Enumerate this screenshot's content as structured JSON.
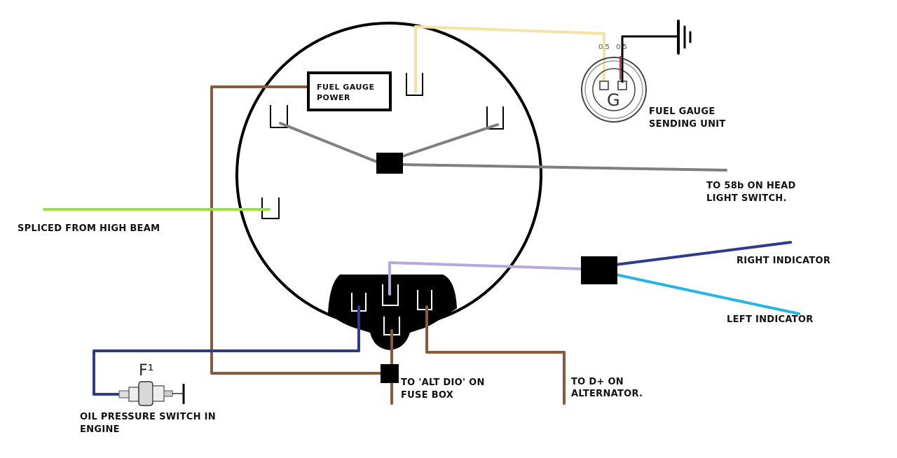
{
  "colors": {
    "brown": "#8a5a3a",
    "yellow": "#f3e4a6",
    "gray": "#7f7f7f",
    "green": "#9fe03b",
    "lavender": "#b7a8dc",
    "dark_blue": "#2e3a8c",
    "light_blue": "#27b4e8",
    "black": "#000000"
  },
  "labels": {
    "gauge_power_line1": "FUEL GAUGE",
    "gauge_power_line2": "POWER",
    "sending_unit_line1": "FUEL GAUGE",
    "sending_unit_line2": "SENDING UNIT",
    "sender_pin_left": "0.5",
    "sender_pin_right": "0.5",
    "sender_letter": "G",
    "headlight_line1": "TO 58b ON HEAD",
    "headlight_line2": "LIGHT SWITCH.",
    "high_beam": "SPLICED FROM HIGH BEAM",
    "right_indicator": "RIGHT INDICATOR",
    "left_indicator": "LEFT INDICATOR",
    "alt_dio_line1": "TO 'ALT DIO' ON",
    "alt_dio_line2": "FUSE BOX",
    "alternator_line1": "TO D+ ON",
    "alternator_line2": "ALTERNATOR.",
    "oil_line1": "OIL PRESSURE SWITCH IN",
    "oil_line2": "ENGINE",
    "oil_switch_letter": "F¹"
  }
}
